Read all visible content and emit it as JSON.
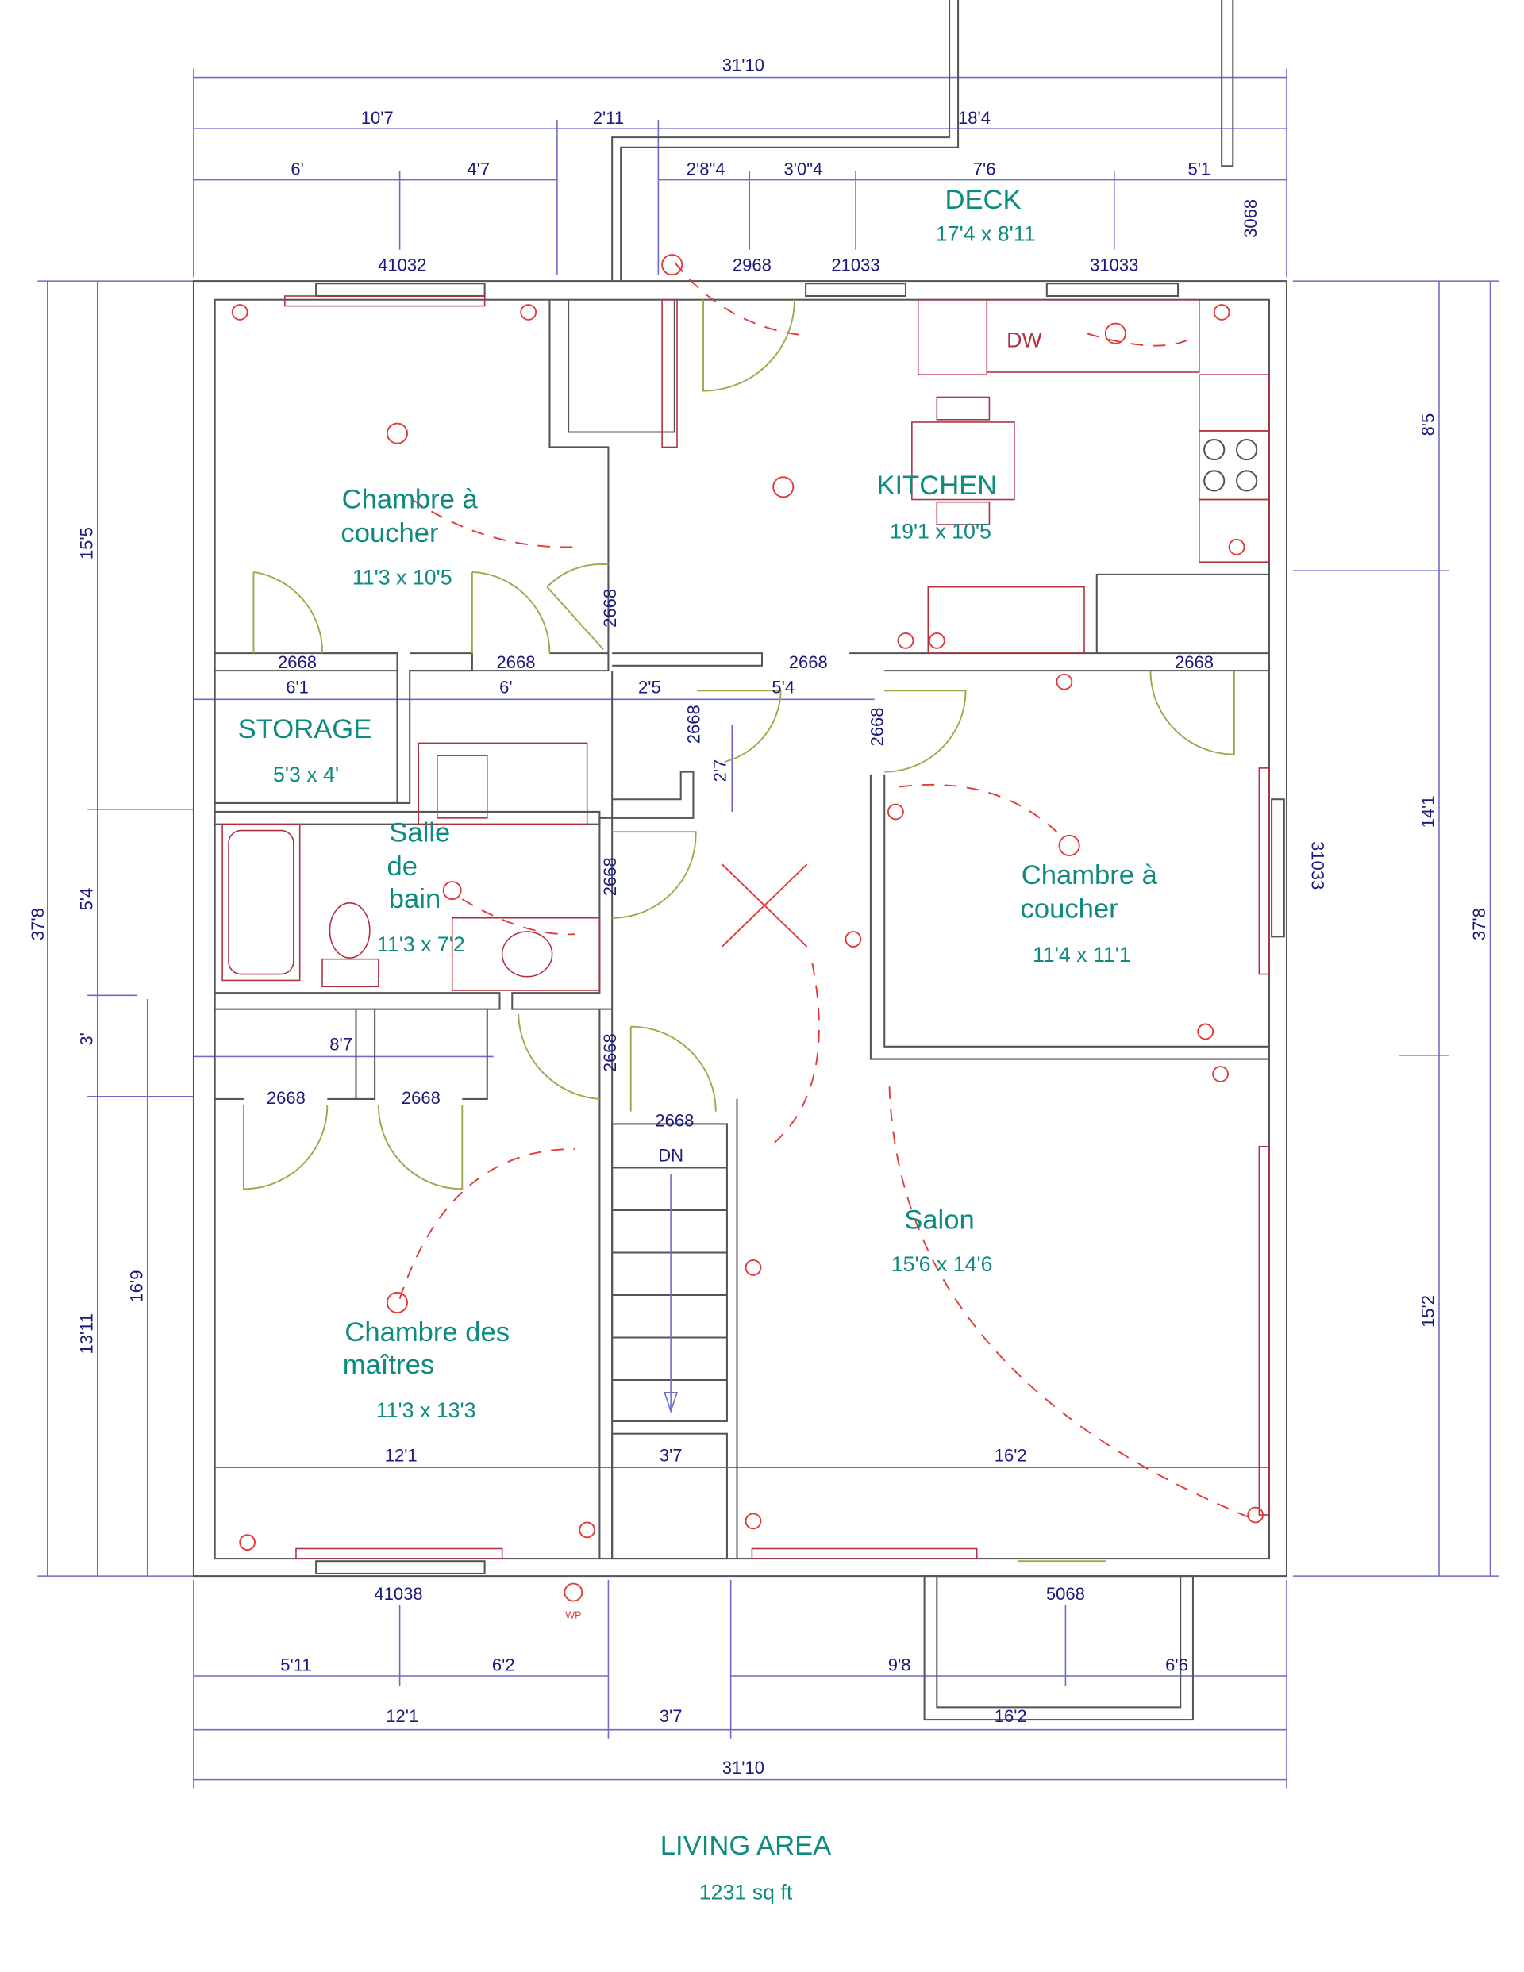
{
  "deck": {
    "label": "DECK",
    "size": "17'4 x 8'11"
  },
  "top_dims": [
    "31'10",
    "10'7",
    "2'11",
    "18'4",
    "6'",
    "4'7",
    "2'8\"4",
    "3'0\"4",
    "7'6",
    "5'1"
  ],
  "top_openings": [
    "41032",
    "2968",
    "21033",
    "31033",
    "3068"
  ],
  "left_dims": [
    "37'8",
    "15'5",
    "5'4",
    "3'",
    "13'11",
    "16'9"
  ],
  "right_dims": [
    "8'5",
    "14'1",
    "15'2",
    "37'8"
  ],
  "right_opening": "31033",
  "rooms": {
    "bedroom1": {
      "line1": "Chambre à",
      "line2": "coucher",
      "size": "11'3 x 10'5"
    },
    "kitchen": {
      "name": "KITCHEN",
      "size": "19'1 x 10'5",
      "appliance": "DW"
    },
    "storage": {
      "name": "STORAGE",
      "size": "5'3 x 4'"
    },
    "bathroom": {
      "line1": "Salle",
      "line2": "de",
      "line3": "bain",
      "size": "11'3 x 7'2"
    },
    "bedroom2": {
      "line1": "Chambre à",
      "line2": "coucher",
      "size": "11'4 x 11'1"
    },
    "master": {
      "line1": "Chambre des",
      "line2": "maîtres",
      "size": "11'3 x 13'3"
    },
    "salon": {
      "name": "Salon",
      "size": "15'6 x 14'6"
    }
  },
  "interior_dims": [
    "2668",
    "6'1",
    "2668",
    "6'",
    "2668",
    "2'5",
    "2668",
    "5'4",
    "2668",
    "2668",
    "2'7",
    "2668",
    "2668",
    "8'7",
    "2668",
    "2668",
    "2668",
    "2668",
    "12'1",
    "3'7",
    "16'2"
  ],
  "stairs_label": "DN",
  "bottom_openings": [
    "41038",
    "5068"
  ],
  "wp_label": "WP",
  "bottom_dims": [
    "5'11",
    "6'2",
    "9'8",
    "6'6",
    "12'1",
    "3'7",
    "16'2",
    "31'10"
  ],
  "summary": {
    "title": "LIVING AREA",
    "area": "1231 sq ft"
  },
  "colors": {
    "dimension_text": "#1a1a7a",
    "room_text": "#0e8a7e",
    "electrical": "#e03a3a",
    "walls": "#555555",
    "doors": "#a4a44a"
  }
}
